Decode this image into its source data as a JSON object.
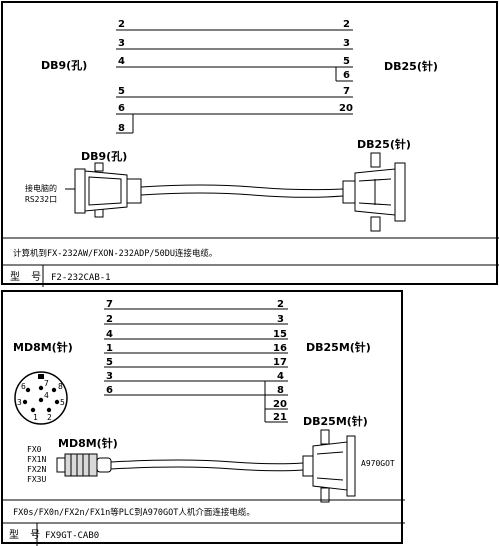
{
  "panel1": {
    "left_connector": "DB9(孔)",
    "right_connector": "DB25(针)",
    "wires": [
      {
        "left": "2",
        "right": "2"
      },
      {
        "left": "3",
        "right": "3"
      },
      {
        "left": "4",
        "right": "5",
        "extra_right": "6"
      },
      {
        "left": "5",
        "right": "7"
      },
      {
        "left": "6",
        "right": "20",
        "extra_left": "8"
      }
    ],
    "pic_left_label": "DB9(孔)",
    "pic_right_label": "DB25(针)",
    "side_note_line1": "接电脑的",
    "side_note_line2": "RS232口",
    "description": "计算机到FX-232AW/FXON-232ADP/50DU连接电缆。",
    "model_label": "型 号",
    "model_value": "F2-232CAB-1"
  },
  "panel2": {
    "left_connector": "MD8M(针)",
    "right_connector": "DB25M(针)",
    "wires": [
      {
        "left": "7",
        "right": "2"
      },
      {
        "left": "2",
        "right": "3"
      },
      {
        "left": "4",
        "right": "15"
      },
      {
        "left": "1",
        "right": "16"
      },
      {
        "left": "5",
        "right": "17"
      },
      {
        "left": "3",
        "right": "4"
      },
      {
        "left": "6",
        "right": "8",
        "extra_right": [
          "20",
          "21"
        ]
      }
    ],
    "pin_face": [
      "6",
      "7",
      "8",
      "3",
      "4",
      "5",
      "1",
      "2"
    ],
    "pic_left_label": "MD8M(针)",
    "pic_right_label": "DB25M(针)",
    "plc_list": [
      "FX0",
      "FX1N",
      "FX2N",
      "FX3U"
    ],
    "device_label": "A970GOT",
    "description": "FX0s/FX0n/FX2n/FX1n等PLC到A970GOT人机介面连接电缆。",
    "model_label": "型 号",
    "model_value": "FX9GT-CAB0"
  }
}
